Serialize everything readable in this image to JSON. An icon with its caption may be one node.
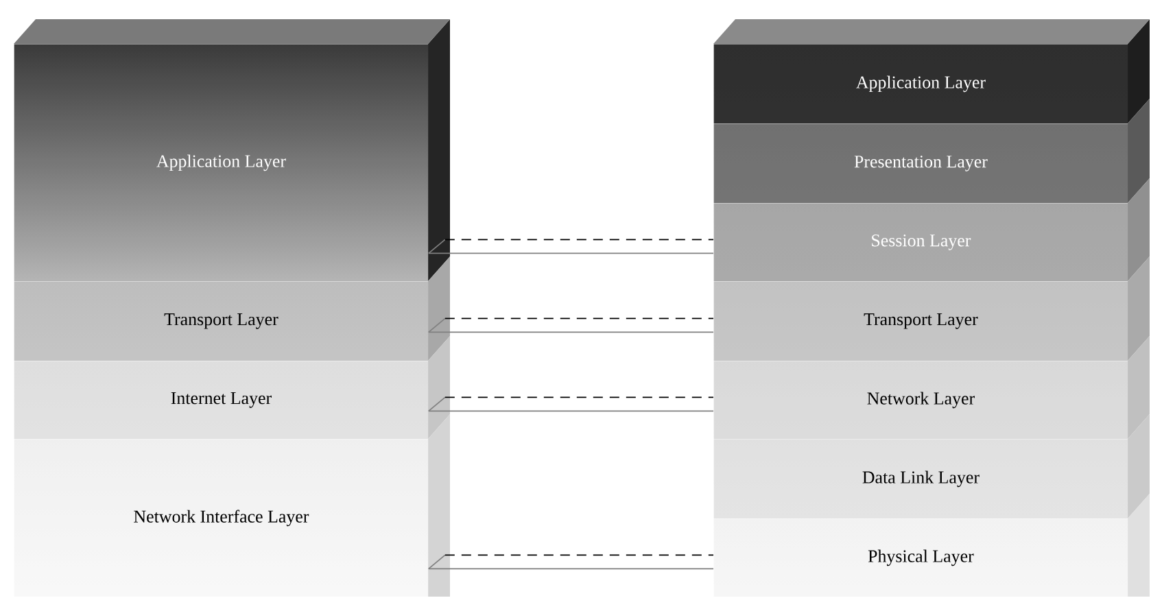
{
  "diagram": {
    "nodes": [
      {
        "text": [
          "Application Layer"
        ]
      },
      {
        "text": [
          "Transport Layer"
        ]
      },
      {
        "text": [
          "Internet Layer"
        ]
      },
      {
        "text": [
          "Network Interface Layer"
        ]
      },
      {
        "text": [
          "Application Layer"
        ]
      },
      {
        "text": [
          "Presentation Layer"
        ]
      },
      {
        "text": [
          "Session Layer"
        ]
      },
      {
        "text": [
          "Transport Layer"
        ]
      },
      {
        "text": [
          "Network Layer"
        ]
      },
      {
        "text": [
          "Data Link Layer"
        ]
      },
      {
        "text": [
          "Physical Layer"
        ]
      }
    ],
    "edges": [
      {
        "from": 0,
        "to": 6,
        "arrow": "none",
        "style": "dashed"
      },
      {
        "from": 1,
        "to": 7,
        "arrow": "none",
        "style": "dashed"
      },
      {
        "from": 2,
        "to": 8,
        "arrow": "none",
        "style": "dashed"
      },
      {
        "from": 3,
        "to": 10,
        "arrow": "none",
        "style": "dashed"
      }
    ]
  }
}
